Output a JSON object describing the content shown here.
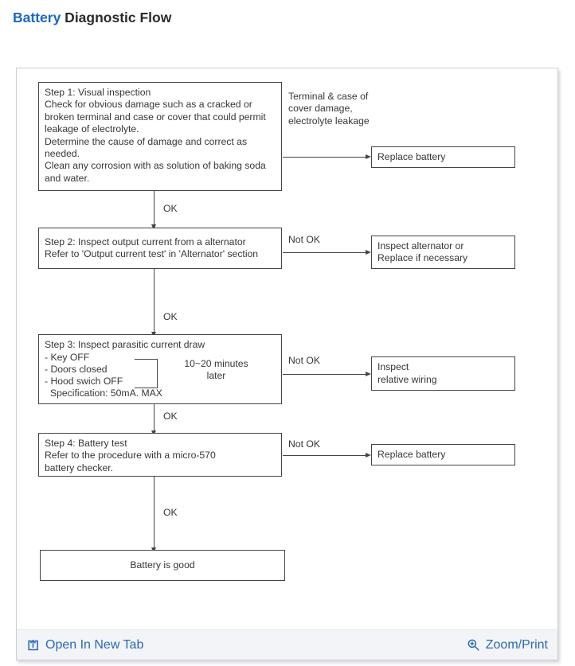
{
  "title": {
    "keyword": "Battery",
    "rest": " Diagnostic Flow"
  },
  "labels": {
    "ok": "OK",
    "not_ok": "Not OK"
  },
  "flow": {
    "step1": "Step 1: Visual inspection\nCheck for obvious damage such as a cracked or\nbroken terminal and case or cover that could permit\nleakage of electrolyte.\nDetermine the cause of damage and correct as\nneeded.\nClean any corrosion with as solution of baking soda\nand water.",
    "note1": "Terminal & case of\ncover damage,\nelectrolyte leakage",
    "outcome1": "Replace battery",
    "step2": "Step 2: Inspect output current from a alternator\nRefer to 'Output current test' in 'Alternator' section",
    "outcome2": "Inspect alternator or\nReplace if necessary",
    "step3": {
      "title": "Step 3: Inspect parasitic current draw",
      "items": [
        "- Key OFF",
        "- Doors closed",
        "- Hood swich OFF"
      ],
      "timing": "10~20 minutes\nlater",
      "spec": "Specification: 50mA. MAX"
    },
    "outcome3": "Inspect\nrelative wiring",
    "step4": "Step 4: Battery test\nRefer to the procedure with a micro-570\nbattery checker.",
    "outcome4": "Replace battery",
    "final": "Battery is good"
  },
  "footer": {
    "open_in_new_tab": "Open In New Tab",
    "zoom_print": "Zoom/Print"
  },
  "colors": {
    "title_blue": "#1a66c2",
    "link_blue": "#2a6ab5",
    "diagram_line": "#454545",
    "footer_bg": "#f2f4f7"
  }
}
